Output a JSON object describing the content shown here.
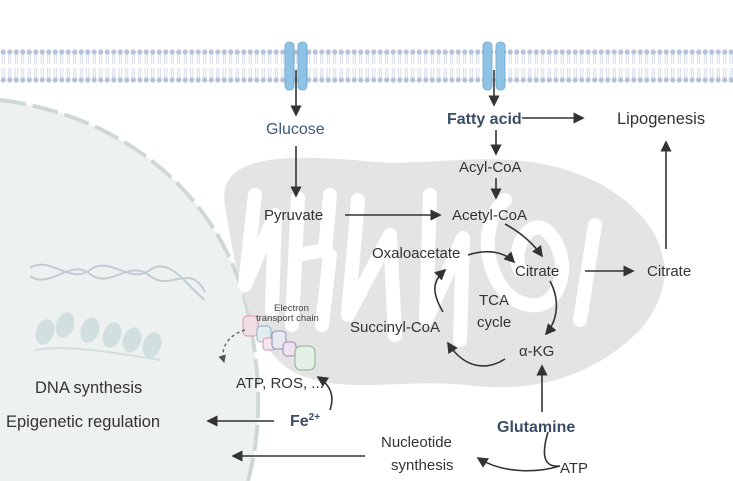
{
  "labels": {
    "glucose": "Glucose",
    "fatty_acid": "Fatty acid",
    "lipogenesis": "Lipogenesis",
    "acyl_coa": "Acyl-CoA",
    "pyruvate": "Pyruvate",
    "acetyl_coa": "Acetyl-CoA",
    "oxaloacetate": "Oxaloacetate",
    "citrate_inner": "Citrate",
    "citrate_outer": "Citrate",
    "tca_line1": "TCA",
    "tca_line2": "cycle",
    "succinyl_coa": "Succinyl-CoA",
    "alpha_kg": "α-KG",
    "glutamine": "Glutamine",
    "nucleotide_line1": "Nucleotide",
    "nucleotide_line2": "synthesis",
    "atp": "ATP",
    "etc_line1": "Electron",
    "etc_line2": "transport chain",
    "atp_ros": "ATP, ROS, ...",
    "fe": "Fe",
    "fe_charge": "2+",
    "dna_synthesis": "DNA synthesis",
    "epigenetic_regulation": "Epigenetic regulation"
  },
  "colors": {
    "arrow": "#333333",
    "membrane": "#b5c2d9",
    "channel": "#8fc3e6",
    "mito_fill": "#e4e4e4",
    "nucleus_fill": "#edf1ef",
    "nucleus_border": "#cfd8d4",
    "highlight_text": "#3b4d66"
  }
}
